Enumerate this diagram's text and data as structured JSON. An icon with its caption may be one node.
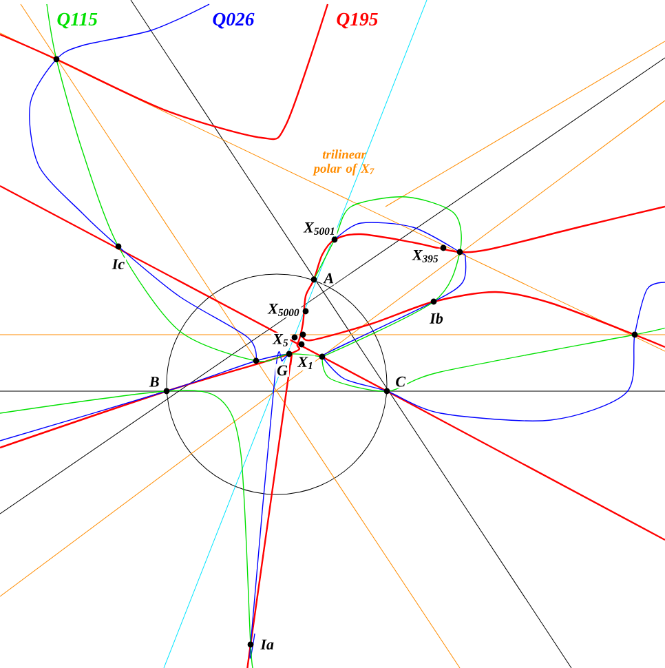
{
  "diagram": {
    "labels": [
      "Q115",
      "Q026",
      "Q195",
      "trilinear polar of X$_{7}$",
      "X$_{5001}$",
      "X$_{395}$",
      "Ic",
      "A",
      "X$_{5000}$",
      "Ib",
      "X$_{5}$",
      "X$_{1}$",
      "G",
      "B",
      "C",
      "Ia"
    ]
  }
}
